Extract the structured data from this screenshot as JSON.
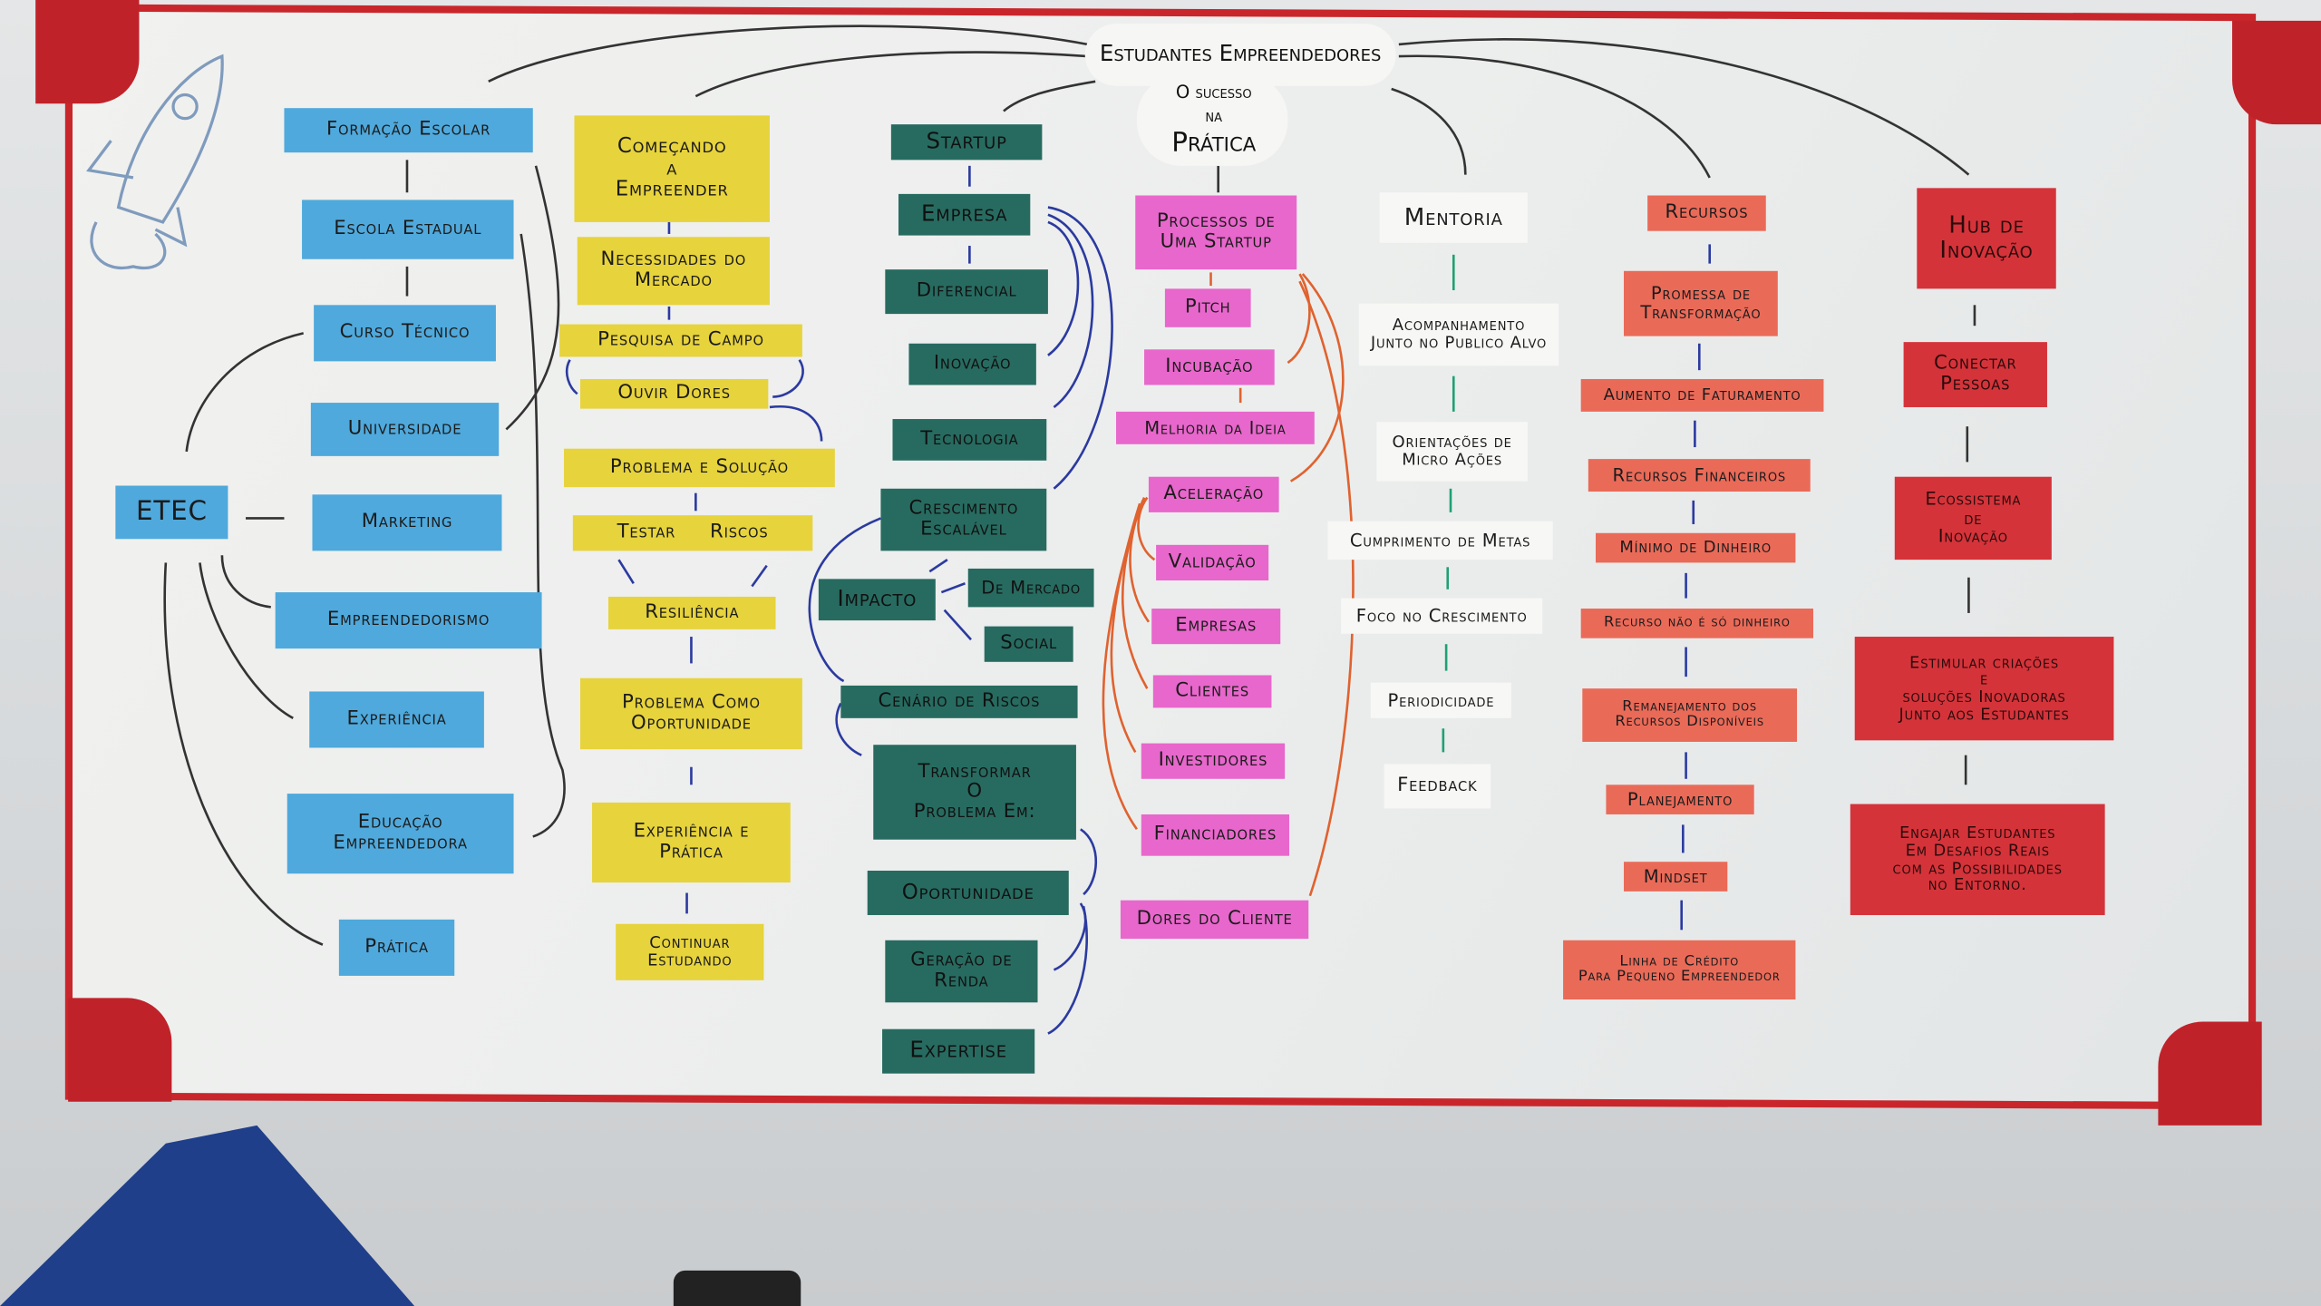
{
  "title": {
    "main": "Estudantes Empreendedores",
    "sub1": "O sucesso",
    "sub2": "na",
    "sub3": "Prática"
  },
  "blue": [
    "Formação Escolar",
    "Escola Estadual",
    "Curso Técnico",
    "Universidade",
    "ETEC",
    "Marketing",
    "Empreendedorismo",
    "Experiência",
    "Educação\nEmpreendedora",
    "Prática"
  ],
  "yellow": [
    "Começando\na\nEmpreender",
    "Necessidades do\nMercado",
    "Pesquisa de Campo",
    "Ouvir Dores",
    "Problema e Solução",
    "Testar     Riscos",
    "Resiliência",
    "Problema Como\nOportunidade",
    "Experiência e\nPrática",
    "Continuar\nEstudando"
  ],
  "green": [
    "Startup",
    "Empresa",
    "Diferencial",
    "Inovação",
    "Tecnologia",
    "Crescimento\nEscalável",
    "Impacto",
    "De Mercado",
    "Social",
    "Cenário de Riscos",
    "Transformar\nO\nProblema Em:",
    "Oportunidade",
    "Geração de\nRenda",
    "Expertise"
  ],
  "pink": [
    "Processos de\nUma Startup",
    "Pitch",
    "Incubação",
    "Melhoria da Ideia",
    "Aceleração",
    "Validação",
    "Empresas",
    "Clientes",
    "Investidores",
    "Financiadores",
    "Dores do Cliente"
  ],
  "white": [
    "Mentoria",
    "Acompanhamento\nJunto no Publico Alvo",
    "Orientações de\nMicro Ações",
    "Cumprimento de Metas",
    "Foco no Crescimento",
    "Periodicidade",
    "Feedback"
  ],
  "salmon": [
    "Recursos",
    "Promessa de\nTransformação",
    "Aumento de Faturamento",
    "Recursos Financeiros",
    "Mínimo de Dinheiro",
    "Recurso não é só dinheiro",
    "Remanejamento dos\nRecursos Disponíveis",
    "Planejamento",
    "Mindset",
    "Linha de Crédito\nPara Pequeno Empreendedor"
  ],
  "red": [
    "Hub de\nInovação",
    "Conectar\nPessoas",
    "Ecossistema\nde\nInovação",
    "Estimular criações\ne\nsoluções Inovadoras\nJunto aos Estudantes",
    "Engajar Estudantes\nEm Desafios Reais\ncom as Possibilidades\nno Entorno."
  ],
  "colors": {
    "blue": "#4fa9dc",
    "yellow": "#e7d33c",
    "green": "#276b60",
    "pink": "#e867cc",
    "salmon": "#ea6a58",
    "red": "#d5333a",
    "frame": "#c9262b"
  }
}
